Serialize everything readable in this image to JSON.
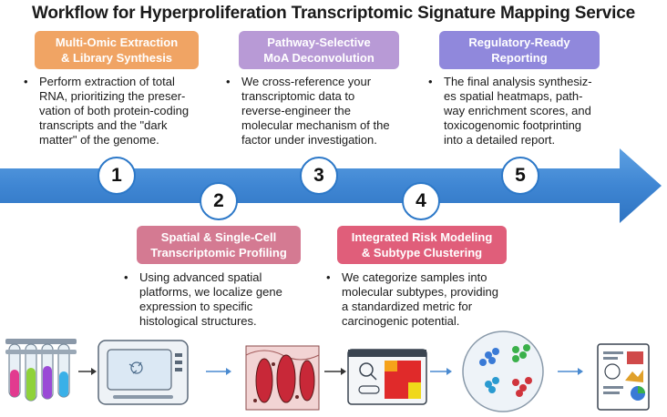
{
  "title": "Workflow for Hyperproliferation Transcriptomic Signature Mapping Service",
  "steps": [
    {
      "number": "1",
      "line1": "Multi-Omic Extraction",
      "line2": "& Library Synthesis",
      "color": "#f0a464",
      "bullet": "Perform extraction of total\nRNA, prioritizing the preser-\nvation of both protein-coding\ntranscripts and the \"dark\nmatter\" of the genome."
    },
    {
      "number": "2",
      "line1": "Spatial & Single-Cell",
      "line2": "Transcriptomic Profiling",
      "color": "#d47a92",
      "bullet": "Using advanced spatial\nplatforms, we localize gene\nexpression to specific\nhistological structures."
    },
    {
      "number": "3",
      "line1": "Pathway-Selective",
      "line2": "MoA Deconvolution",
      "color": "#b89ad6",
      "bullet": "We cross-reference your\ntranscriptomic data to\nreverse-engineer the\nmolecular mechanism of the\nfactor under investigation."
    },
    {
      "number": "4",
      "line1": "Integrated Risk Modeling",
      "line2": "& Subtype Clustering",
      "color": "#e05e7a",
      "bullet": "We categorize samples into\nmolecular subtypes, providing\na standardized metric for\ncarcinogenic potential."
    },
    {
      "number": "5",
      "line1": "Regulatory-Ready",
      "line2": "Reporting",
      "color": "#9088dc",
      "bullet": "The final analysis synthesiz-\nes spatial heatmaps, path-\nway enrichment scores, and\ntoxicogenomic footprinting\ninto a detailed report."
    }
  ],
  "icons": [
    "sample-tubes-icon",
    "sequencer-instrument-icon",
    "tissue-section-icon",
    "spatial-analysis-screen-icon",
    "cluster-dish-icon",
    "report-document-icon"
  ],
  "colors": {
    "arrow": "#4a90d9",
    "arrow_dark": "#2c78c8"
  }
}
